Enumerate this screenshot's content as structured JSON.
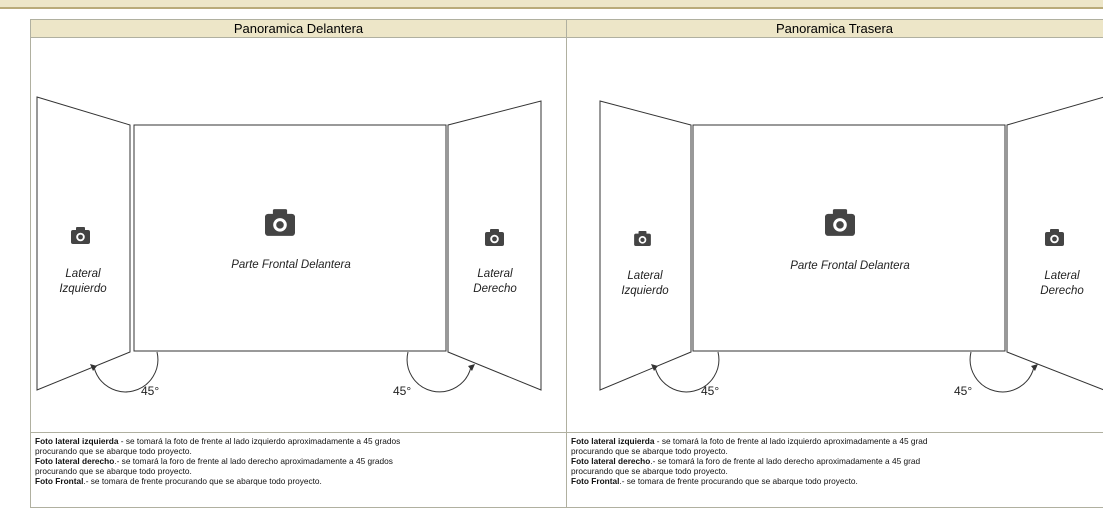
{
  "panels": [
    {
      "title": "Panoramica Delantera",
      "left_label_line1": "Lateral",
      "left_label_line2": "Izquierdo",
      "center_label": "Parte Frontal Delantera",
      "right_label_line1": "Lateral",
      "right_label_line2": "Derecho",
      "angle_left": "45°",
      "angle_right": "45°",
      "desc": [
        {
          "bold": "Foto lateral izquierda",
          "text": " - se tomará la foto de frente al lado izquierdo aproximadamente a 45 grados"
        },
        {
          "bold": "",
          "text": "procurando que se abarque todo proyecto."
        },
        {
          "bold": "Foto lateral derecho",
          "text": ".- se tomará la foro de frente al lado derecho aproximadamente a 45 grados"
        },
        {
          "bold": "",
          "text": "procurando que se abarque todo proyecto."
        },
        {
          "bold": "Foto Frontal",
          "text": ".- se tomara de frente procurando que se abarque todo proyecto."
        }
      ]
    },
    {
      "title": "Panoramica Trasera",
      "left_label_line1": "Lateral",
      "left_label_line2": "Izquierdo",
      "center_label": "Parte Frontal Delantera",
      "right_label_line1": "Lateral",
      "right_label_line2": "Derecho",
      "angle_left": "45°",
      "angle_right": "45°",
      "desc": [
        {
          "bold": "Foto lateral izquierda",
          "text": " - se tomará la foto de frente al lado izquierdo aproximadamente a 45 grad"
        },
        {
          "bold": "",
          "text": "procurando que se abarque todo proyecto."
        },
        {
          "bold": "Foto lateral derecho",
          "text": ".- se tomará la foro de frente al lado derecho aproximadamente a 45 grad"
        },
        {
          "bold": "",
          "text": "procurando que se abarque todo proyecto."
        },
        {
          "bold": "Foto Frontal",
          "text": ".- se tomara de frente procurando que se abarque todo proyecto."
        }
      ]
    }
  ],
  "icons": {
    "camera": "camera-icon"
  },
  "colors": {
    "header_bg": "#ede6c8",
    "border": "#b0b0a0",
    "line": "#333333"
  }
}
